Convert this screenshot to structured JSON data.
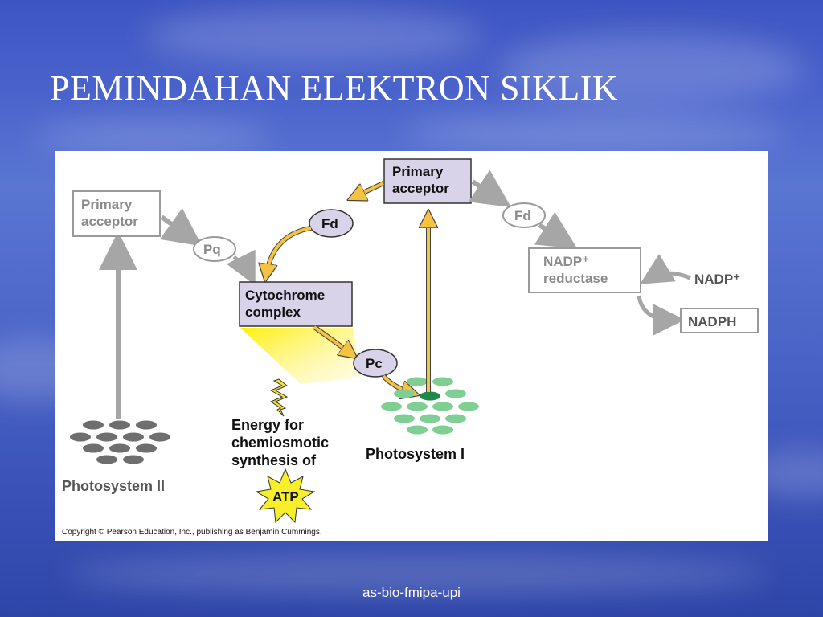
{
  "slide": {
    "title": "PEMINDAHAN ELEKTRON SIKLIK",
    "footer": "as-bio-fmipa-upi"
  },
  "diagram": {
    "ps2_primary_acceptor": [
      "Primary",
      "acceptor"
    ],
    "pq": "Pq",
    "cytochrome_complex": [
      "Cytochrome",
      "complex"
    ],
    "pc": "Pc",
    "fd_cyclic": "Fd",
    "ps1_primary_acceptor": [
      "Primary",
      "acceptor"
    ],
    "fd_noncyclic": "Fd",
    "nadp_reductase": [
      "NADP⁺",
      "reductase"
    ],
    "nadp_plus": "NADP⁺",
    "nadph": "NADPH",
    "energy_text": [
      "Energy for",
      "chemiosmotic",
      "synthesis of"
    ],
    "atp": "ATP",
    "photosystem_1": "Photosystem I",
    "photosystem_2": "Photosystem II",
    "copyright": "Copyright © Pearson Education, Inc., publishing as Benjamin Cummings."
  },
  "colors": {
    "active_fill": "#d9d3ea",
    "active_arrow": "#f5c242",
    "inactive_gray": "#a6a6a6",
    "ps1_green": "#7fce94",
    "ps1_center": "#1e8a4a",
    "ps2_gray": "#6e6e6e"
  }
}
